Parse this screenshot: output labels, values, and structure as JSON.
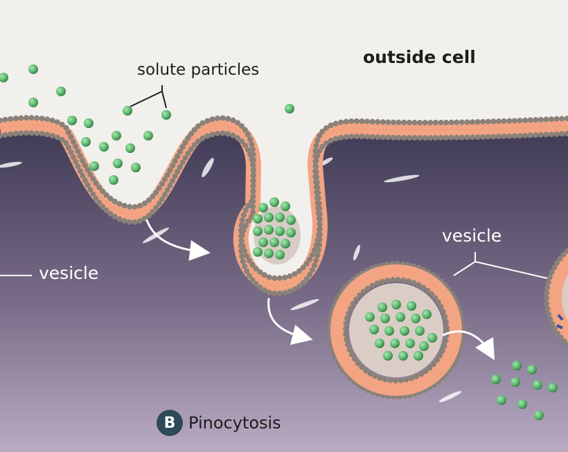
{
  "labels": {
    "outside_cell": "outside cell",
    "solute_particles": "solute particles",
    "vesicle_left": "vesicle",
    "vesicle_right": "vesicle"
  },
  "caption": {
    "badge": "B",
    "title": "Pinocytosis"
  },
  "colors": {
    "background": "#f1f0ec",
    "cytoplasm_top": "#3f3a55",
    "cytoplasm_bottom": "#b7a8c0",
    "membrane_tails": "#f2a483",
    "lipid_heads": "#6e665f",
    "solute_particle": "#5cb86e",
    "vesicle_interior": "#d9ccc6",
    "leader_lines": "#1d1d1d",
    "badge": "#2f4a57"
  },
  "icons": [
    "membrane-pit-icon",
    "budding-vesicle-icon",
    "free-vesicle-icon",
    "release-arrow-icon"
  ]
}
